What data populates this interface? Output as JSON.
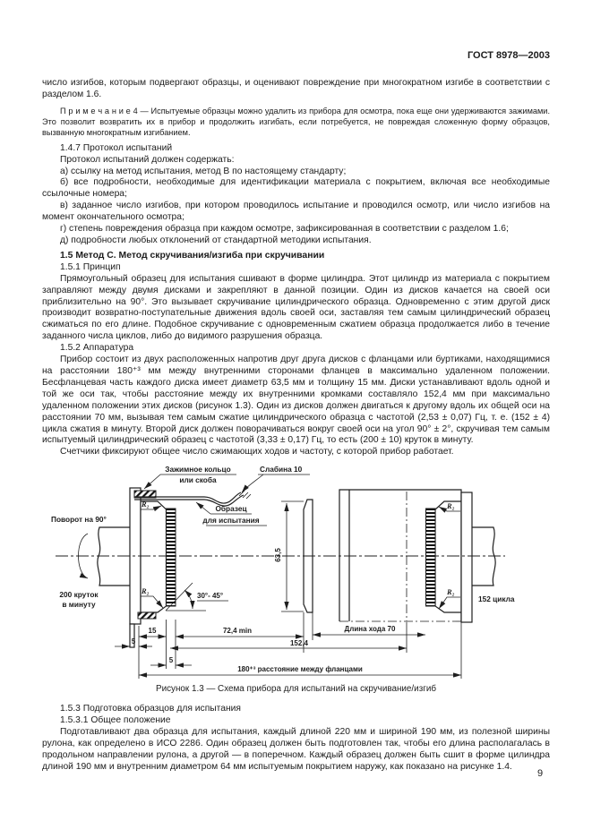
{
  "page": {
    "header": "ГОСТ 8978—2003",
    "page_number": "9"
  },
  "content_before_figure": [
    {
      "style": "pc",
      "text": "число изгибов, которым подвергают образцы, и оценивают повреждение при многократном изгибе в соответствии с разделом 1.6."
    },
    {
      "style": "note",
      "text": "П р и м е ч а н и е  4 — Испытуемые образцы можно удалить из прибора для осмотра, пока еще они удерживаются зажимами. Это позволит возвратить их в прибор и продолжить изгибать, если потребуется, не повреждая сложенную форму образцов, вызванную многократным изгибанием."
    },
    {
      "style": "p",
      "text": "1.4.7 Протокол испытаний"
    },
    {
      "style": "p",
      "text": "Протокол испытаний должен содержать:"
    },
    {
      "style": "p",
      "text": "а) ссылку на метод испытания, метод В по настоящему стандарту;"
    },
    {
      "style": "p",
      "text": "б) все подробности, необходимые для идентификации материала с покрытием, включая все необходимые ссылочные номера;"
    },
    {
      "style": "p",
      "text": "в) заданное число изгибов, при котором проводилось испытание и проводился осмотр, или число изгибов на момент окончательного осмотра;"
    },
    {
      "style": "p",
      "text": "г) степень повреждения образца при каждом осмотре, зафиксированная в соответствии с разделом 1.6;"
    },
    {
      "style": "p",
      "text": "д) подробности любых отклонений от стандартной методики испытания."
    },
    {
      "style": "hb",
      "text": "1.5 Метод С. Метод скручивания/изгиба при скручивании"
    },
    {
      "style": "p",
      "text": "1.5.1 Принцип"
    },
    {
      "style": "p",
      "text": "Прямоугольный образец для испытания сшивают в форме цилиндра. Этот цилиндр из материала с покрытием заправляют между двумя дисками и закрепляют в данной позиции. Один из дисков качается на своей оси приблизительно на 90°. Это вызывает скручивание цилиндрического образца. Одновременно с этим другой диск производит возвратно-поступательные движения вдоль своей оси, заставляя тем самым цилиндрический образец сжиматься по его длине. Подобное скручивание с одновременным сжатием образца продолжается либо в течение заданного числа циклов, либо до видимого разрушения образца."
    },
    {
      "style": "p",
      "text": "1.5.2 Аппаратура"
    },
    {
      "style": "p",
      "text": "Прибор состоит из двух расположенных напротив друг друга дисков с фланцами или буртиками, находящимися на расстоянии 180⁺³ мм между внутренними сторонами фланцев в максимально удаленном положении. Бесфланцевая часть каждого диска имеет диаметр 63,5 мм и толщину 15 мм. Диски устанавливают вдоль одной и той же оси так, чтобы расстояние между их внутренними кромками составляло 152,4 мм при максимально удаленном положении этих дисков (рисунок 1.3). Один из дисков должен двигаться к другому вдоль их общей оси на расстоянии 70 мм, вызывая тем самым сжатие цилиндрического образца с частотой (2,53 ± 0,07) Гц, т. е. (152 ± 4) цикла сжатия в минуту. Второй диск должен поворачиваться вокруг своей оси на угол 90° ± 2°, скручивая тем самым испытуемый цилиндрический образец с частотой (3,33 ± 0,17) Гц, то есть (200 ± 10) круток в минуту."
    },
    {
      "style": "p",
      "text": "Счетчики фиксируют общее число сжимающих ходов и частоту, с которой прибор работает."
    }
  ],
  "figure": {
    "caption": "Рисунок 1.3 — Схема прибора для испытаний на скручивание/изгиб",
    "labels": {
      "clamp_ring_1": "Зажимное кольцо",
      "clamp_ring_2": "или скоба",
      "slack": "Слабина 10",
      "specimen_1": "Образец",
      "specimen_2": "для испытания",
      "rotation": "Поворот на 90°",
      "twists_1": "200 круток",
      "twists_2": "в минуту",
      "cycles": "152 цикла",
      "r2": "R₂",
      "angle": "30°- 45°",
      "dim_15": "15",
      "dim_724": "72,4 min",
      "dim_1524": "152,4",
      "dim_stroke": "Длина хода 70",
      "dim_5_left": "5",
      "dim_5_right": "5",
      "dim_635": "63,5",
      "dim_180": "180⁺³ расстояние между фланцами"
    }
  },
  "content_after_figure": [
    {
      "style": "p",
      "text": "1.5.3 Подготовка образцов для испытания"
    },
    {
      "style": "p",
      "text": "1.5.3.1 Общее положение"
    },
    {
      "style": "p",
      "text": "Подготавливают два образца для испытания, каждый длиной 220 мм и шириной 190 мм, из полезной ширины рулона, как определено в ИСО 2286. Один образец должен быть подготовлен так, чтобы его длина располагалась в продольном направлении рулона, а другой — в поперечном. Каждый образец должен быть сшит в форме цилиндра длиной 190 мм и внутренним диаметром 64 мм испытуемым покрытием наружу, как показано на рисунке 1.4."
    }
  ]
}
